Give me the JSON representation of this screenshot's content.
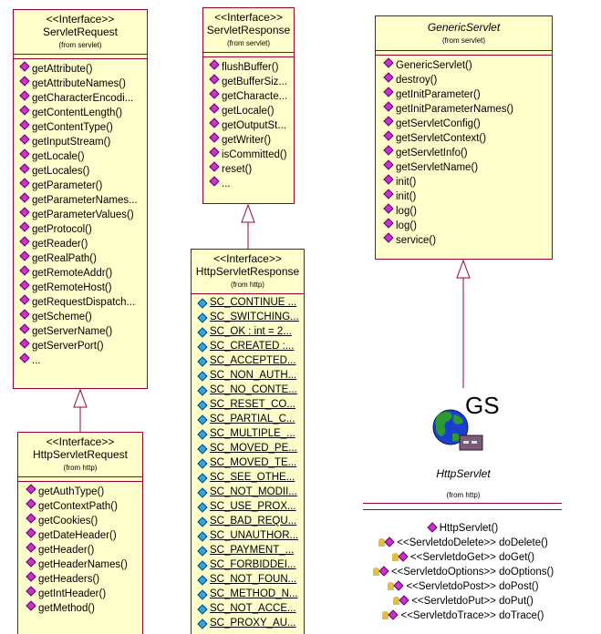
{
  "classes": {
    "servlet_request": {
      "stereotype": "<<Interface>>",
      "name": "ServletRequest",
      "package": "(from servlet)",
      "methods": [
        "getAttribute()",
        "getAttributeNames()",
        "getCharacterEncodi...",
        "getContentLength()",
        "getContentType()",
        "getInputStream()",
        "getLocale()",
        "getLocales()",
        "getParameter()",
        "getParameterNames...",
        "getParameterValues()",
        "getProtocol()",
        "getReader()",
        "getRealPath()",
        "getRemoteAddr()",
        "getRemoteHost()",
        "getRequestDispatch...",
        "getScheme()",
        "getServerName()",
        "getServerPort()",
        "..."
      ]
    },
    "servlet_response": {
      "stereotype": "<<Interface>>",
      "name": "ServletResponse",
      "package": "(from servlet)",
      "methods": [
        "flushBuffer()",
        "getBufferSiz...",
        "getCharacte...",
        "getLocale()",
        "getOutputSt...",
        "getWriter()",
        "isCommitted()",
        "reset()",
        "..."
      ]
    },
    "generic_servlet": {
      "name": "GenericServlet",
      "package": "(from servlet)",
      "methods": [
        "GenericServlet()",
        "destroy()",
        "getInitParameter()",
        "getInitParameterNames()",
        "getServletConfig()",
        "getServletContext()",
        "getServletInfo()",
        "getServletName()",
        "init()",
        "init()",
        "log()",
        "log()",
        "service()"
      ]
    },
    "http_servlet_request": {
      "stereotype": "<<Interface>>",
      "name": "HttpServletRequest",
      "package": "(from http)",
      "methods": [
        "getAuthType()",
        "getContextPath()",
        "getCookies()",
        "getDateHeader()",
        "getHeader()",
        "getHeaderNames()",
        "getHeaders()",
        "getIntHeader()",
        "getMethod()"
      ]
    },
    "http_servlet_response": {
      "stereotype": "<<Interface>>",
      "name": "HttpServletResponse",
      "package": "(from http)",
      "fields": [
        "SC_CONTINUE ...",
        "SC_SWITCHING...",
        "SC_OK : int = 2...",
        "SC_CREATED :...",
        "SC_ACCEPTED...",
        "SC_NON_AUTH...",
        "SC_NO_CONTE...",
        "SC_RESET_CO...",
        "SC_PARTIAL_C...",
        "SC_MULTIPLE_...",
        "SC_MOVED_PE...",
        "SC_MOVED_TE...",
        "SC_SEE_OTHE...",
        "SC_NOT_MODII...",
        "SC_USE_PROX...",
        "SC_BAD_REQU...",
        "SC_UNAUTHOR...",
        "SC_PAYMENT_...",
        "SC_FORBIDDEI...",
        "SC_NOT_FOUN...",
        "SC_METHOD_N...",
        "SC_NOT_ACCE...",
        "SC_PROXY_AU..."
      ]
    },
    "http_servlet": {
      "logo_text": "GS",
      "name": "HttpServlet",
      "package": "(from http)",
      "operations": [
        {
          "text": "HttpServlet()",
          "key": false
        },
        {
          "text": "<<ServletdoDelete>> doDelete()",
          "key": true
        },
        {
          "text": "<<ServletdoGet>> doGet()",
          "key": true
        },
        {
          "text": "<<ServletdoOptions>> doOptions()",
          "key": true
        },
        {
          "text": "<<ServletdoPost>> doPost()",
          "key": true
        },
        {
          "text": "<<ServletdoPut>> doPut()",
          "key": true
        },
        {
          "text": "<<ServletdoTrace>> doTrace()",
          "key": true
        }
      ]
    }
  },
  "colors": {
    "class_fill": "#ffffcc",
    "class_border": "#990033",
    "method_icon": "#cc33cc",
    "field_icon": "#33aadd"
  }
}
